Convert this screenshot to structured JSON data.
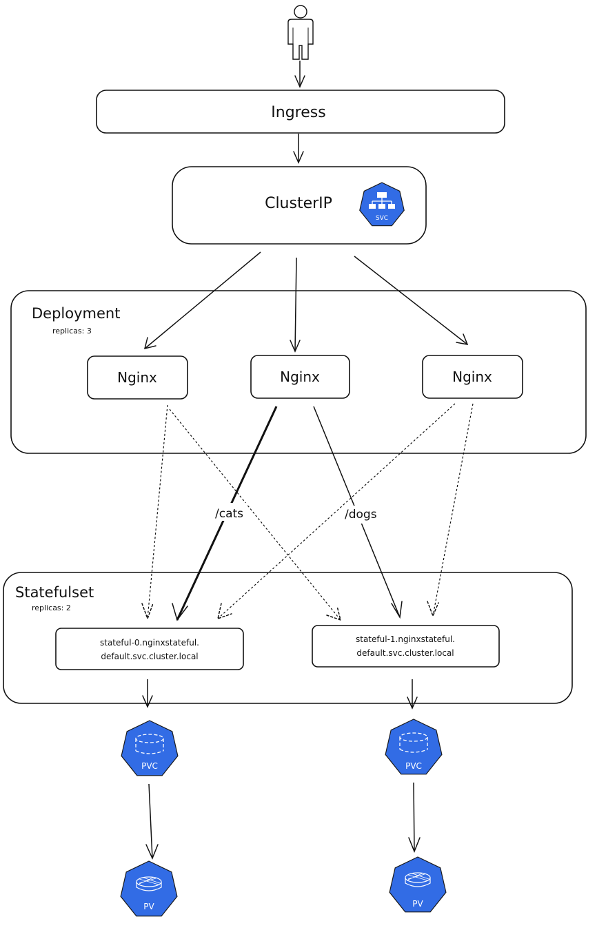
{
  "user": {
    "icon": "person-icon"
  },
  "ingress": {
    "label": "Ingress"
  },
  "clusterip": {
    "label": "ClusterIP",
    "icon": "svc-icon",
    "icon_label": "SVC"
  },
  "deployment": {
    "title": "Deployment",
    "replicas": "replicas: 3",
    "pods": [
      {
        "label": "Nginx"
      },
      {
        "label": "Nginx"
      },
      {
        "label": "Nginx"
      }
    ]
  },
  "routes": {
    "cats": "/cats",
    "dogs": "/dogs"
  },
  "statefulset": {
    "title": "Statefulset",
    "replicas": "replicas: 2",
    "pods": [
      {
        "line1": "stateful-0.nginxstateful.",
        "line2": "default.svc.cluster.local"
      },
      {
        "line1": "stateful-1.nginxstateful.",
        "line2": "default.svc.cluster.local"
      }
    ]
  },
  "volumes": {
    "pvc_label": "PVC",
    "pv_label": "PV",
    "pvc_icon": "pvc-icon",
    "pv_icon": "pv-icon"
  },
  "colors": {
    "k8s_blue": "#326ce5",
    "stroke": "#111111"
  }
}
